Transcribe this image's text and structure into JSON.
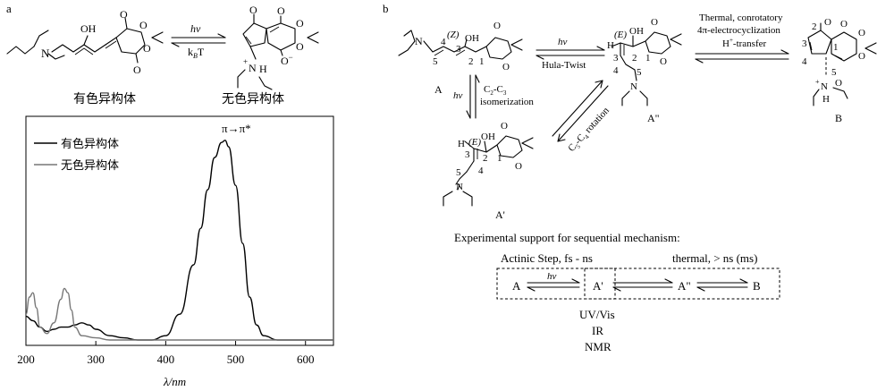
{
  "panel_labels": {
    "a": "a",
    "b": "b"
  },
  "panel_a": {
    "left_name": "有色异构体",
    "right_name": "无色异构体",
    "forward": "hv",
    "reverse_k": "k",
    "reverse_sub": "B",
    "reverse_T": "T",
    "left_atoms": {
      "oh": "OH",
      "n": "N",
      "o": "O"
    },
    "right_atoms": {
      "o": "O",
      "nh": "N",
      "h": "H",
      "plus": "+",
      "ominus": "O",
      "minus": "−"
    }
  },
  "chart_data": {
    "type": "line",
    "title": "",
    "xlabel": "λ/nm",
    "ylabel": "",
    "xlim": [
      200,
      640
    ],
    "ylim": [
      0,
      1
    ],
    "x_ticks": [
      "200",
      "300",
      "400",
      "500",
      "600"
    ],
    "grid": false,
    "legend_placement": "top-left",
    "annotation": "π→π*",
    "series": [
      {
        "name": "有色异构体",
        "color": "#000000",
        "x": [
          200,
          210,
          220,
          230,
          240,
          250,
          260,
          270,
          280,
          290,
          300,
          320,
          340,
          360,
          380,
          400,
          420,
          440,
          450,
          460,
          470,
          480,
          485,
          490,
          500,
          510,
          520,
          530,
          540,
          560,
          600,
          640
        ],
        "y": [
          0.11,
          0.09,
          0.06,
          0.04,
          0.05,
          0.06,
          0.06,
          0.07,
          0.08,
          0.07,
          0.05,
          0.02,
          0.01,
          0.0,
          0.0,
          0.02,
          0.12,
          0.35,
          0.52,
          0.7,
          0.85,
          0.92,
          0.93,
          0.9,
          0.72,
          0.45,
          0.2,
          0.07,
          0.02,
          0.0,
          0.0,
          0.0
        ]
      },
      {
        "name": "无色异构体",
        "color": "#777777",
        "x": [
          200,
          205,
          210,
          215,
          220,
          230,
          240,
          250,
          255,
          260,
          265,
          270,
          280,
          300,
          320,
          340,
          360,
          380,
          400,
          640
        ],
        "y": [
          0.12,
          0.2,
          0.22,
          0.15,
          0.06,
          0.03,
          0.08,
          0.19,
          0.24,
          0.22,
          0.14,
          0.06,
          0.02,
          0.01,
          0.0,
          0.0,
          0.0,
          0.0,
          0.0,
          0.0
        ]
      }
    ]
  },
  "panel_b": {
    "label_A": "A",
    "label_A1": "A'",
    "label_A2": "A\"",
    "label_B": "B",
    "hv": "hv",
    "hula": "Hula-Twist",
    "iso_1": "C",
    "iso_sub1": "2",
    "iso_dash": "-C",
    "iso_sub2": "3",
    "iso_2": "isomerization",
    "rot_1": "C",
    "rot_sub1": "5",
    "rot_dash": "-C",
    "rot_sub2": "4",
    "rot_2": " rotation",
    "thermal_1": "Thermal, conrotatory",
    "thermal_2": "4π-electrocyclization",
    "thermal_3": "H",
    "thermal_3b": "+",
    "thermal_3c": "-transfer",
    "z": "(Z)",
    "e": "(E)",
    "oh": "OH",
    "n": "N",
    "o": "O",
    "h": "H",
    "plus": "+",
    "nums": [
      "1",
      "2",
      "3",
      "4",
      "5"
    ],
    "support_title": "Experimental support for sequential mechanism:",
    "actinic": "Actinic Step, fs - ns",
    "thermal_step": "thermal, > ns (ms)",
    "scheme": {
      "a": "A",
      "hv": "hv",
      "a1": "A'",
      "a2": "A\"",
      "b": "B"
    },
    "methods": [
      "UV/Vis",
      "IR",
      "NMR"
    ]
  }
}
